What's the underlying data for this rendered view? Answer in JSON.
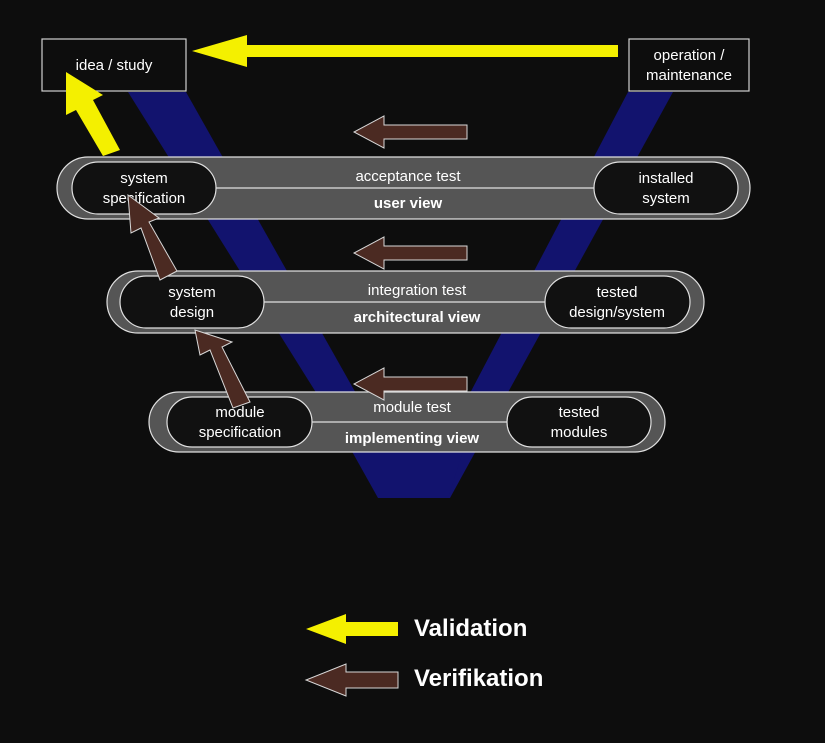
{
  "colors": {
    "background": "#0d0d0d",
    "v_shape": "#12136e",
    "band_fill": "#555555",
    "pill_fill": "#111111",
    "validation": "#f4f000",
    "verification": "#4b2a22",
    "text": "#ffffff"
  },
  "top": {
    "left_box": "idea / study",
    "right_box_line1": "operation /",
    "right_box_line2": "maintenance"
  },
  "levels": [
    {
      "left_line1": "system",
      "left_line2": "specification",
      "test": "acceptance test",
      "view": "user view",
      "right_line1": "installed",
      "right_line2": "system"
    },
    {
      "left_line1": "system",
      "left_line2": "design",
      "test": "integration test",
      "view": "architectural view",
      "right_line1": "tested",
      "right_line2": "design/system"
    },
    {
      "left_line1": "module",
      "left_line2": "specification",
      "test": "module test",
      "view": "implementing view",
      "right_line1": "tested",
      "right_line2": "modules"
    }
  ],
  "legend": {
    "validation_label": "Validation",
    "verification_label": "Verifikation",
    "validation_icon": "yellow-left-arrow",
    "verification_icon": "brown-left-arrow"
  }
}
